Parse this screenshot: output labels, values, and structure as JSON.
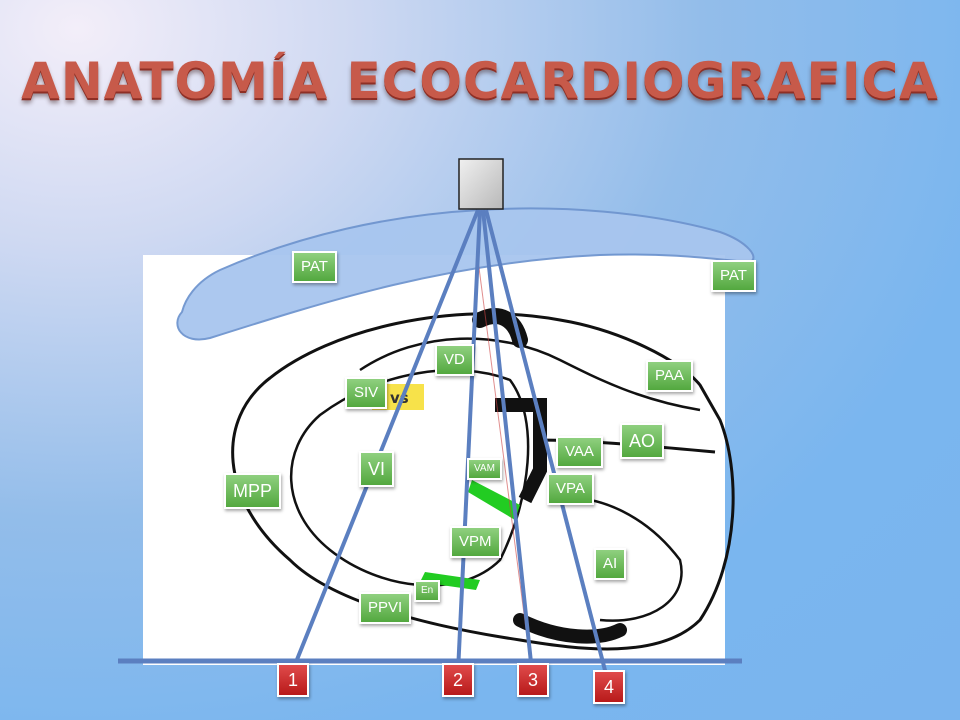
{
  "title": "ANATOMÍA ECOCARDIOGRAFICA",
  "labels": {
    "pat_left": "PAT",
    "pat_right": "PAT",
    "vd": "VD",
    "paa": "PAA",
    "siv": "SIV",
    "ao": "AO",
    "vaa": "VAA",
    "vi": "VI",
    "vam": "VAM",
    "vpa": "VPA",
    "mpp": "MPP",
    "vpm": "VPM",
    "ai": "AI",
    "en": "En",
    "ppvi": "PPVI"
  },
  "image_tags": {
    "vs": "vs"
  },
  "beams": [
    "1",
    "2",
    "3",
    "4"
  ],
  "colors": {
    "label_green": "#5cb347",
    "number_red": "#c62828",
    "beam_blue": "#5b7fc0",
    "tissue_blue": "#a8c6ef",
    "title_red": "#c75a4a"
  }
}
